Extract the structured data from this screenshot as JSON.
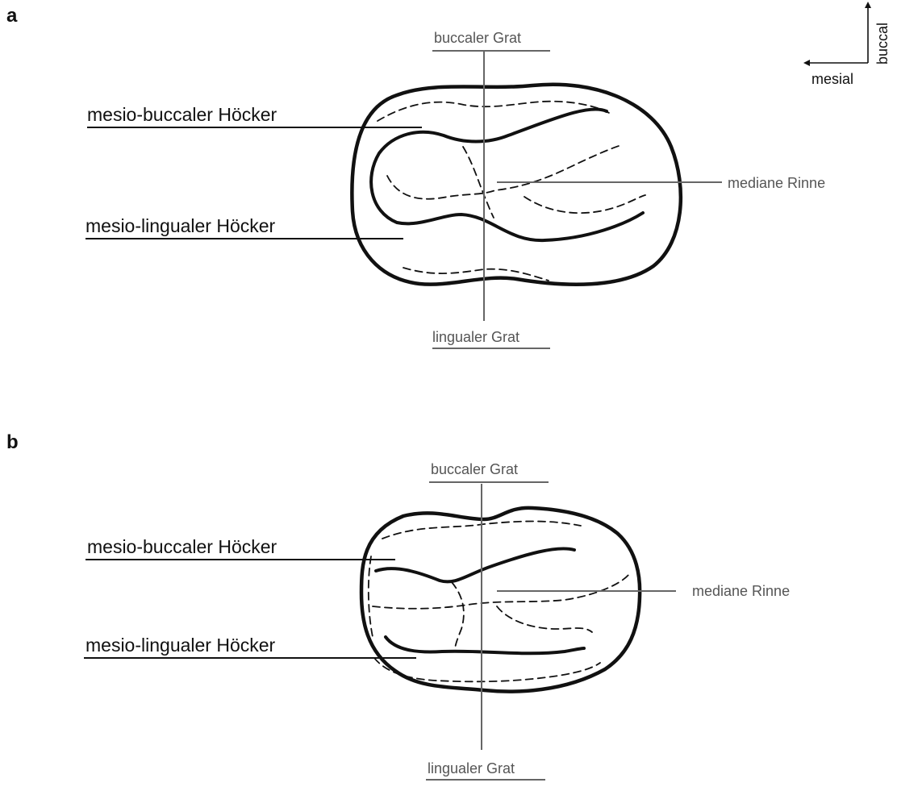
{
  "orientation": {
    "buccal_label": "buccal",
    "mesial_label": "mesial"
  },
  "panels": [
    {
      "letter": "a",
      "labels": {
        "buccal_ridge": "buccaler Grat",
        "lingual_ridge": "lingualer Grat",
        "median_groove": "mediane Rinne",
        "mesiobuccal_cusp": "mesio-buccaler Höcker",
        "mesiolingual_cusp": "mesio-lingualer Höcker"
      }
    },
    {
      "letter": "b",
      "labels": {
        "buccal_ridge": "buccaler Grat",
        "lingual_ridge": "lingualer Grat",
        "median_groove": "mediane Rinne",
        "mesiobuccal_cusp": "mesio-buccaler Höcker",
        "mesiolingual_cusp": "mesio-lingualer Höcker"
      }
    }
  ]
}
